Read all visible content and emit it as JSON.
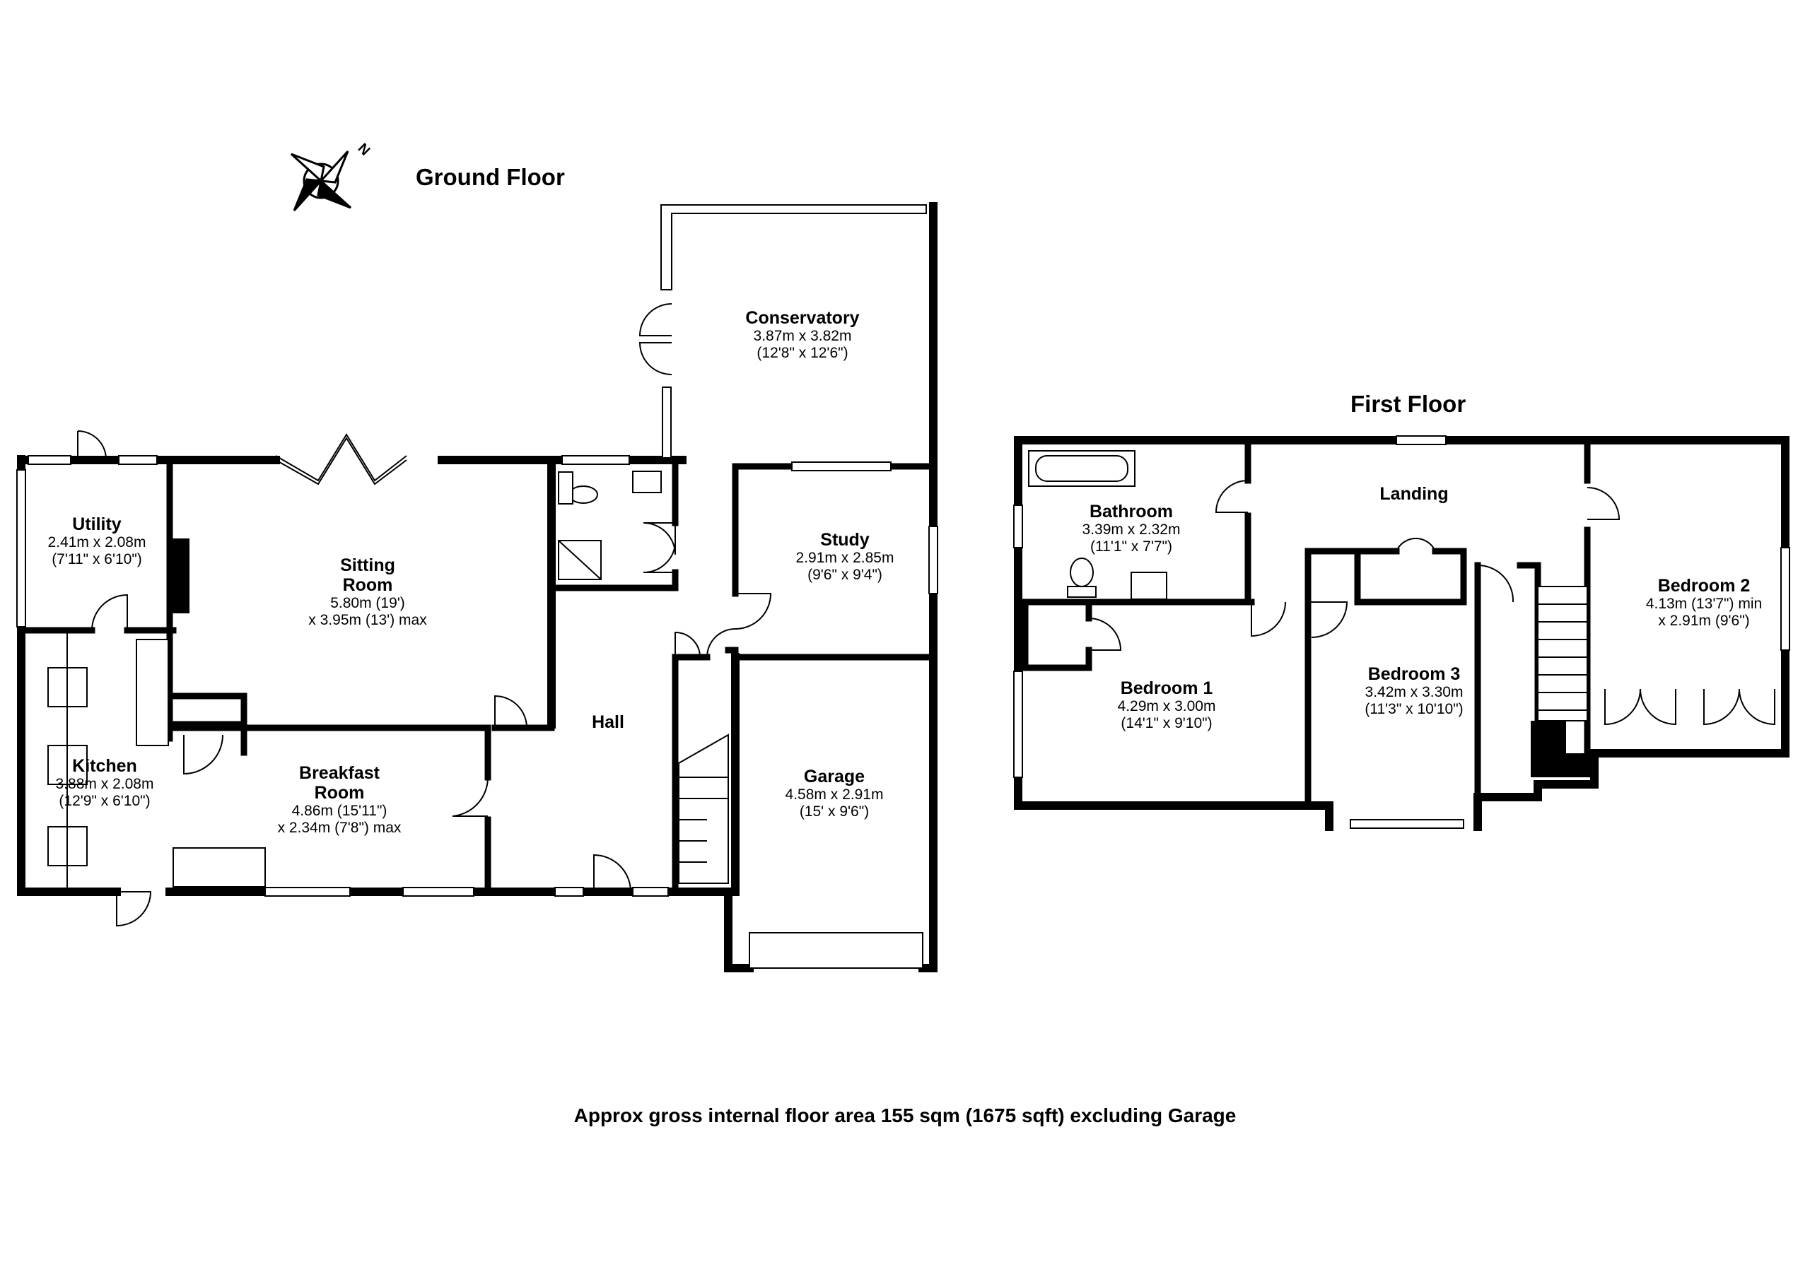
{
  "ground_floor": {
    "title": "Ground Floor",
    "compass_label": "N",
    "rooms": {
      "conservatory": {
        "name": "Conservatory",
        "metric": "3.87m x 3.82m",
        "imperial": "(12'8\" x 12'6\")"
      },
      "utility": {
        "name": "Utility",
        "metric": "2.41m x 2.08m",
        "imperial": "(7'11\" x 6'10\")"
      },
      "sitting": {
        "name1": "Sitting",
        "name2": "Room",
        "metric": "5.80m (19')",
        "imperial": "x 3.95m (13') max"
      },
      "study": {
        "name": "Study",
        "metric": "2.91m x 2.85m",
        "imperial": "(9'6\" x 9'4\")"
      },
      "hall": {
        "name": "Hall"
      },
      "kitchen": {
        "name": "Kitchen",
        "metric": "3.88m x 2.08m",
        "imperial": "(12'9\" x 6'10\")"
      },
      "breakfast": {
        "name1": "Breakfast",
        "name2": "Room",
        "metric": "4.86m (15'11\")",
        "imperial": "x 2.34m (7'8\") max"
      },
      "garage": {
        "name": "Garage",
        "metric": "4.58m x 2.91m",
        "imperial": "(15' x 9'6\")"
      }
    }
  },
  "first_floor": {
    "title": "First Floor",
    "rooms": {
      "bathroom": {
        "name": "Bathroom",
        "metric": "3.39m x 2.32m",
        "imperial": "(11'1\" x 7'7\")"
      },
      "landing": {
        "name": "Landing"
      },
      "bedroom1": {
        "name": "Bedroom 1",
        "metric": "4.29m x 3.00m",
        "imperial": "(14'1\" x 9'10\")"
      },
      "bedroom3": {
        "name": "Bedroom 3",
        "metric": "3.42m x 3.30m",
        "imperial": "(11'3\" x 10'10\")"
      },
      "bedroom2": {
        "name": "Bedroom 2",
        "metric": "4.13m (13'7\") min",
        "imperial": "x 2.91m (9'6\")"
      }
    }
  },
  "footer": "Approx gross internal floor area 155 sqm (1675 sqft) excluding Garage",
  "colors": {
    "wall": "#000000",
    "window": "#ffffff",
    "background": "#ffffff"
  }
}
